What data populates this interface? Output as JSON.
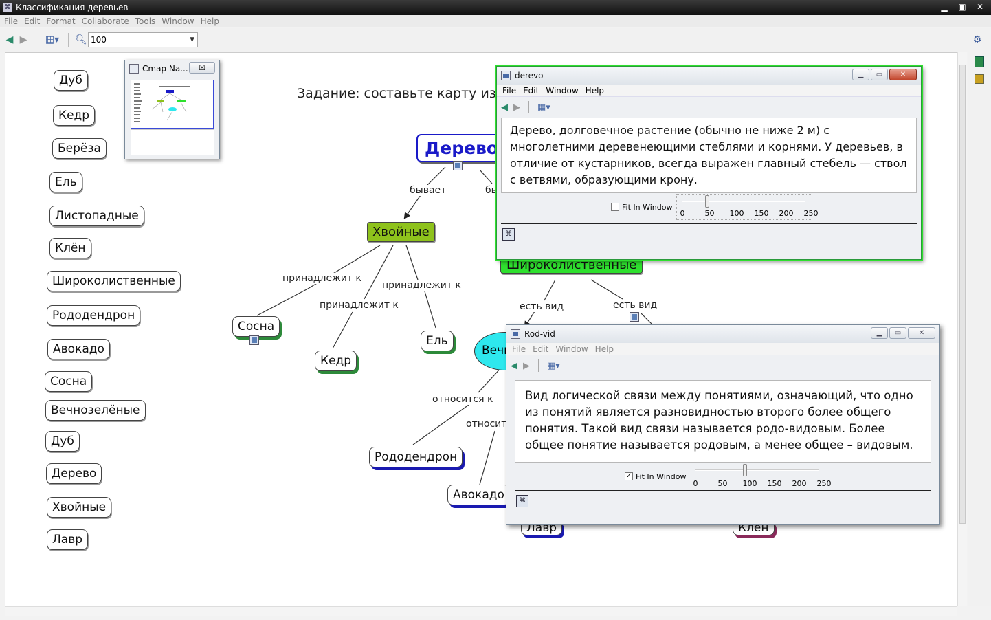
{
  "window": {
    "title": "Классификация деревьев"
  },
  "menu": [
    "File",
    "Edit",
    "Format",
    "Collaborate",
    "Tools",
    "Window",
    "Help"
  ],
  "toolbar": {
    "zoom_value": "100"
  },
  "task_text": "Задание: составьте карту из пр",
  "sidebar_concepts": [
    "Дуб",
    "Кедр",
    "Берёза",
    "Ель",
    "Листопадные",
    "Клён",
    "Широколиственные",
    "Рододендрон",
    "Авокадо",
    "Сосна",
    "Вечнозелёные",
    "Дуб",
    "Дерево",
    "Хвойные",
    "Лавр"
  ],
  "map": {
    "root": "Дерево",
    "conifers": "Хвойные",
    "broadleaf": "Широколиственные",
    "pine": "Сосна",
    "cedar": "Кедр",
    "spruce": "Ель",
    "evergreen_partial": "Вечн",
    "rhododendron": "Рододендрон",
    "avocado": "Авокадо",
    "laurel_partial": "Лавр",
    "maple_partial": "Клен",
    "link_is_1": "бывает",
    "link_is_2": "бы",
    "link_belongs_1": "принадлежит к",
    "link_belongs_2": "принадлежит к",
    "link_belongs_3": "принадлежит к",
    "link_species_1": "есть вид",
    "link_species_2": "есть вид",
    "link_relates_1": "относится к",
    "link_relates_2": "относится"
  },
  "navigator": {
    "title": "Cmap Na...",
    "close": "☒"
  },
  "derevo_window": {
    "title": "derevo",
    "menu": [
      "File",
      "Edit",
      "Window",
      "Help"
    ],
    "text": "Дерево, долговечное растение (обычно не ниже 2 м) с многолетними деревенеющими стеблями и корнями. У деревьев, в отличие от кустарников, всегда выражен главный стебель — ствол с ветвями, образующими крону.",
    "fit_label": "Fit In Window",
    "fit_checked": false,
    "zoom_level": 50,
    "ticks": [
      "0",
      "50",
      "100",
      "150",
      "200",
      "250"
    ]
  },
  "rodvid_window": {
    "title": "Rod-vid",
    "menu": [
      "File",
      "Edit",
      "Window",
      "Help"
    ],
    "text": "Вид логической связи между понятиями, означающий, что одно из понятий является разновидностью второго более общего понятия. Такой вид связи называется родо-видовым.  Более общее понятие называется родовым, а менее общее – видовым.",
    "fit_label": "Fit In Window",
    "fit_checked": true,
    "zoom_level": 100,
    "ticks": [
      "0",
      "50",
      "100",
      "150",
      "200",
      "250"
    ]
  },
  "icons": {
    "back": "back-arrow-icon",
    "forward": "forward-arrow-icon",
    "zoom": "magnifier-icon",
    "view": "view-options-icon"
  }
}
